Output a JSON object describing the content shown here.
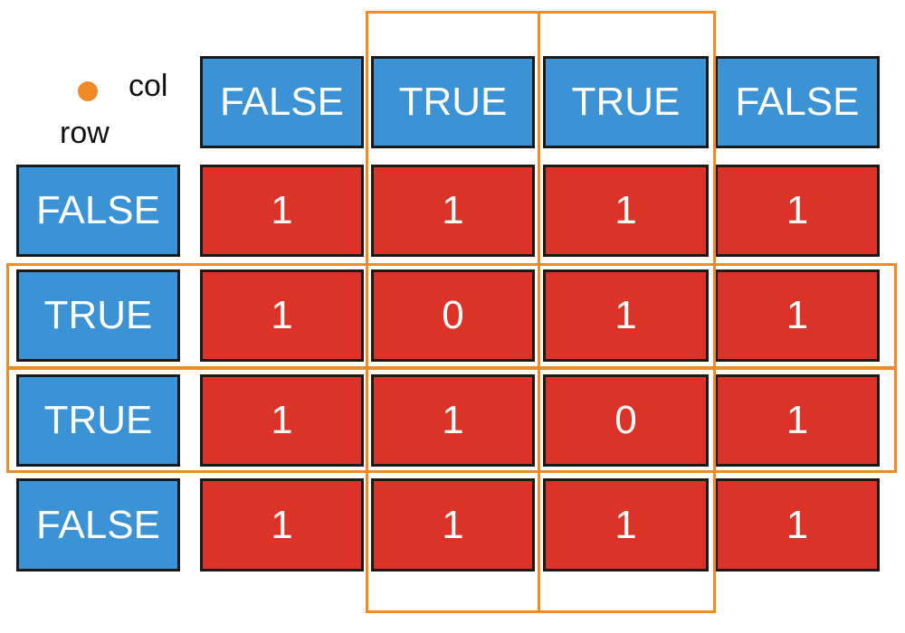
{
  "legend": {
    "col_label": "col",
    "row_label": "row"
  },
  "column_headers": [
    "FALSE",
    "TRUE",
    "TRUE",
    "FALSE"
  ],
  "row_headers": [
    "FALSE",
    "TRUE",
    "TRUE",
    "FALSE"
  ],
  "matrix": [
    [
      "1",
      "1",
      "1",
      "1"
    ],
    [
      "1",
      "0",
      "1",
      "1"
    ],
    [
      "1",
      "1",
      "0",
      "1"
    ],
    [
      "1",
      "1",
      "1",
      "1"
    ]
  ],
  "highlighted_columns": [
    1,
    2
  ],
  "highlighted_rows": [
    1,
    2
  ],
  "colors": {
    "header": "#3b93d6",
    "value": "#dc3328",
    "highlight": "#f08a24",
    "border": "#1a1a1a"
  }
}
